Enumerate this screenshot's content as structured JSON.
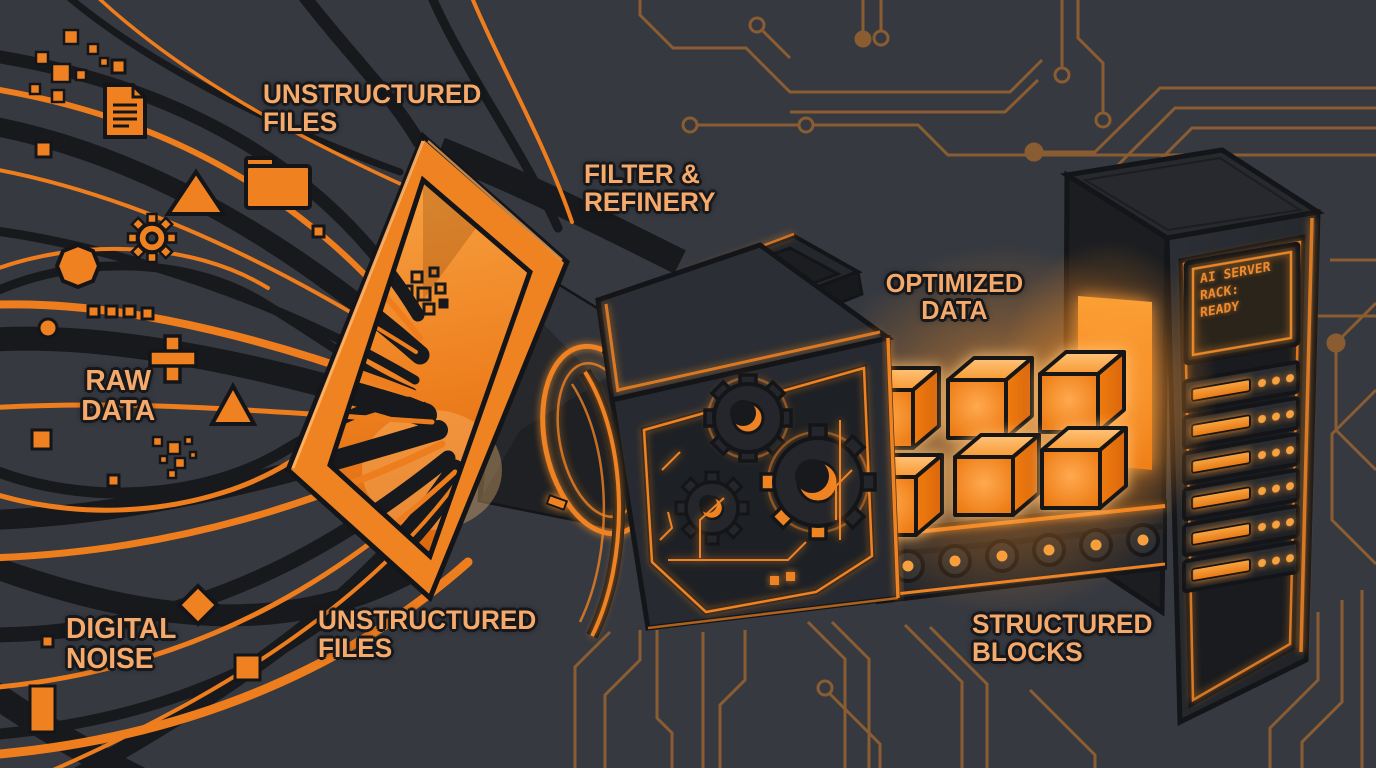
{
  "labels": {
    "unstructured_files_top": "UNSTRUCTURED\nFILES",
    "filter_refinery": "FILTER &\nREFINERY",
    "optimized_data": "OPTIMIZED\nDATA",
    "raw_data": "RAW\nDATA",
    "digital_noise": "DIGITAL\nNOISE",
    "unstructured_files_bottom": "UNSTRUCTURED\nFILES",
    "structured_blocks": "STRUCTURED\nBLOCKS"
  },
  "server_rack": {
    "screen_text": "AI SERVER\nRACK:\nREADY",
    "slot_count": 6,
    "indicator_dots_per_slot": 3
  },
  "conveyor": {
    "roller_count": 6
  },
  "structured_blocks": {
    "cube_count": 6
  },
  "icons": [
    "pixel-cluster-icon",
    "document-icon",
    "folder-icon",
    "gear-icon",
    "triangle-icon",
    "square-icon",
    "circle-icon",
    "plus-icon",
    "diamond-icon",
    "octagon-icon"
  ],
  "colors": {
    "background": "#363940",
    "accent_orange": "#f08121",
    "label_text": "#f5a96b",
    "circuit_trace": "#8a5c32",
    "outline_dark": "#141518",
    "glow": "#ff9326",
    "screen_text": "#ef8a2e"
  }
}
